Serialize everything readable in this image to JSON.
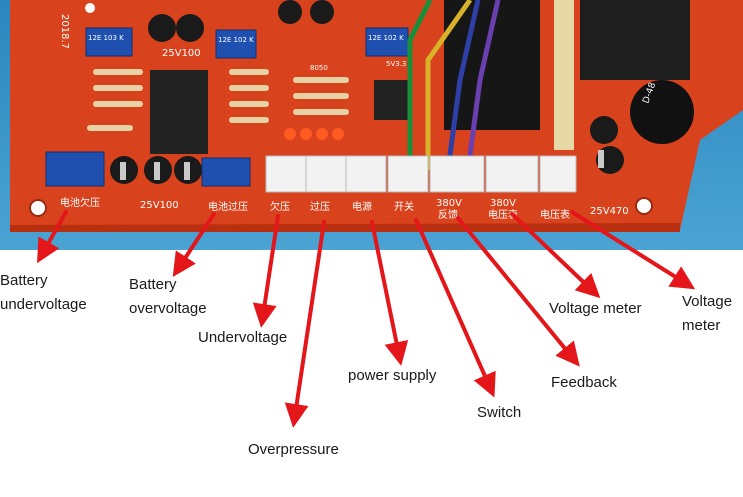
{
  "photo": {
    "board_year": "2018.7",
    "component_marks": {
      "cap_1": "25V100",
      "cap_2": "25V100",
      "cap_3": "25V470",
      "trim_a": "12E 103 K",
      "trim_b": "12E 102 K",
      "trim_c": "12E 102 K",
      "regulator": "5V3.3",
      "ic_mark": "8050",
      "inductor": "D-48"
    },
    "silk_labels": {
      "battery_under": "电池欠压",
      "battery_over": "电池过压",
      "under_cn": "欠压",
      "over_cn": "过压",
      "power_cn": "电源",
      "switch_cn": "开关",
      "feedback_cn": "反馈",
      "volt_cn": "电压表",
      "volt_cn_2": "电压表",
      "v380": "380V",
      "v380b": "380V",
      "v25v100": "25V100",
      "v25v470": "25V470"
    }
  },
  "callouts": {
    "battery_undervoltage": [
      "Battery",
      "undervoltage"
    ],
    "battery_overvoltage": [
      "Battery",
      "overvoltage"
    ],
    "undervoltage": "Undervoltage",
    "overpressure": "Overpressure",
    "power_supply": "power supply",
    "switch": "Switch",
    "feedback": "Feedback",
    "voltage_meter_1": "Voltage meter",
    "voltage_meter_2": [
      "Voltage",
      "meter"
    ]
  },
  "colors": {
    "arrow": "#e4161a",
    "board": "#d8421c",
    "board_dark": "#b8300f",
    "backdrop": "#2f8fc4"
  }
}
